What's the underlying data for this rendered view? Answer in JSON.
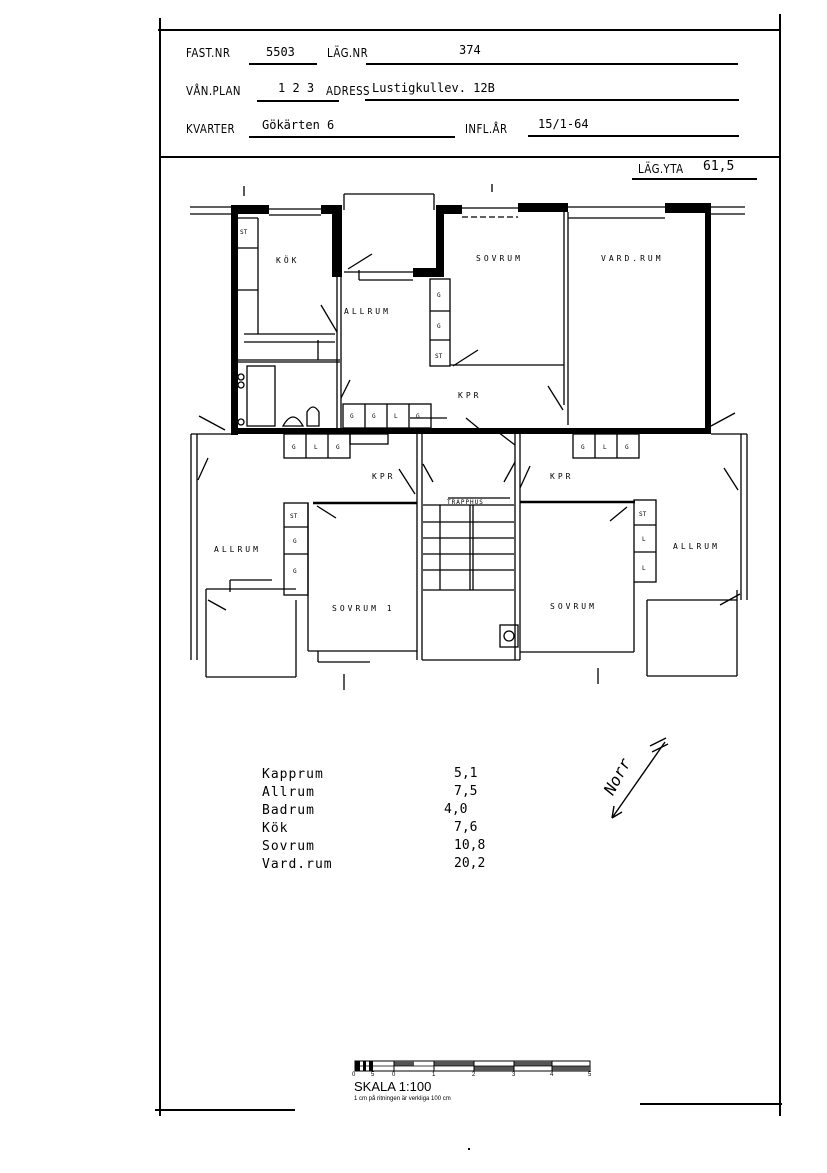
{
  "header": {
    "fast_nr_label": "FAST.NR",
    "fast_nr_value": "5503",
    "lag_nr_label": "LÄG.NR",
    "lag_nr_value": "374",
    "van_plan_label": "VÅN.PLAN",
    "van_plan_value": "1 2 3",
    "adress_label": "ADRESS",
    "adress_value": "Lustigkullev. 12B",
    "kvarter_label": "KVARTER",
    "kvarter_value": "Gökärten 6",
    "infl_ar_label": "INFL.ÅR",
    "infl_ar_value": "15/1-64",
    "lag_yta_label": "LÄG.YTA",
    "lag_yta_value": "61,5"
  },
  "floorplan": {
    "rooms": {
      "kok": "KÖK",
      "allrum_top": "ALLRUM",
      "sovrum_top": "SOVRUM",
      "vardrum": "VARD.RUM",
      "kpr_top": "KPR",
      "kpr_left": "KPR",
      "kpr_right": "KPR",
      "allrum_left": "ALLRUM",
      "allrum_right": "ALLRUM",
      "sovrum_left": "SOVRUM 1",
      "sovrum_right": "SOVRUM",
      "trappa": "TRAPPHUS",
      "closet_g": "G",
      "closet_l": "L",
      "closet_st": "ST"
    }
  },
  "areas": [
    {
      "name": "Kapprum",
      "value": "5,1"
    },
    {
      "name": "Allrum",
      "value": "7,5"
    },
    {
      "name": "Badrum",
      "value": "4,0"
    },
    {
      "name": "Kök",
      "value": "7,6"
    },
    {
      "name": "Sovrum",
      "value": "10,8"
    },
    {
      "name": "Vard.rum",
      "value": "20,2"
    }
  ],
  "north_arrow": {
    "label": "Norr"
  },
  "scale": {
    "title": "SKALA 1:100",
    "subtitle": "1 cm på ritningen är verkliga 100 cm",
    "ticks": [
      "0",
      "5",
      "0",
      "1",
      "2",
      "3",
      "4",
      "5"
    ]
  }
}
